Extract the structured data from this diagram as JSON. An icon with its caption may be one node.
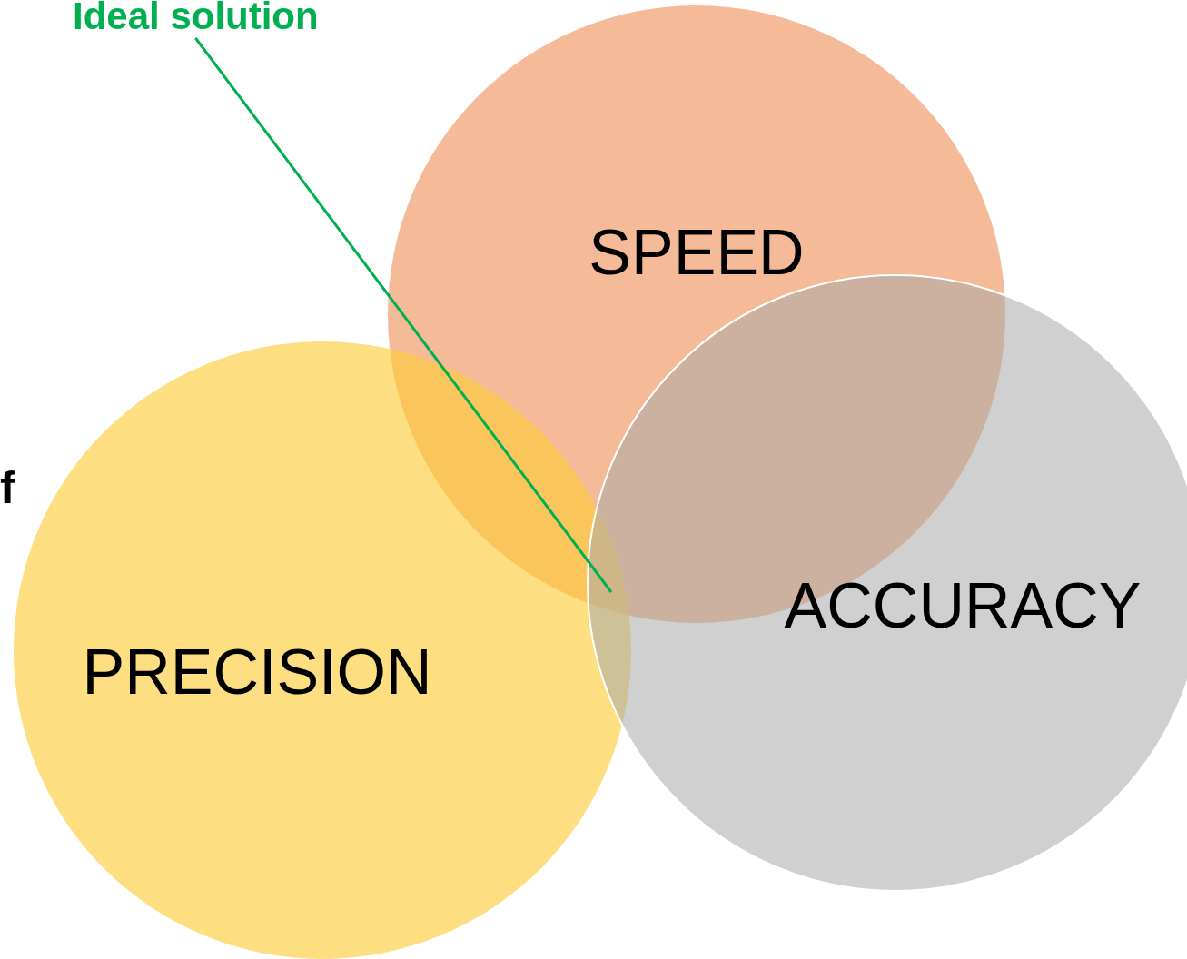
{
  "diagram": {
    "nodes": [
      {
        "text": [
          "Ideal solution"
        ]
      },
      {
        "text": [
          "SPEED"
        ]
      },
      {
        "text": [
          "ACCURACY"
        ]
      },
      {
        "text": [
          "PRECISION"
        ]
      }
    ],
    "edges": [
      {
        "from": 0,
        "to": 1,
        "arrow": "none",
        "color": "#00b050"
      }
    ],
    "labels": [
      "f"
    ]
  }
}
